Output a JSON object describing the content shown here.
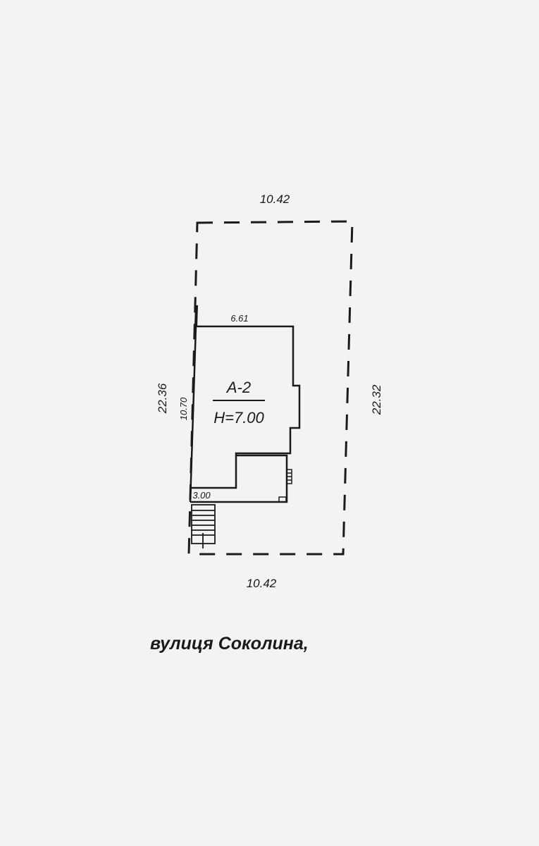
{
  "plan": {
    "top_dimension": "10.42",
    "bottom_dimension": "10.42",
    "left_dimension": "22.36",
    "right_dimension": "22.32",
    "building_width": "6.61",
    "building_length": "10.70",
    "porch_width": "3.00",
    "building_label": "А-2",
    "building_height": "Н=7.00"
  },
  "street_name": "вулиця Соколина,",
  "colors": {
    "ink": "#1a1a1a",
    "paper": "#f3f3f1"
  }
}
